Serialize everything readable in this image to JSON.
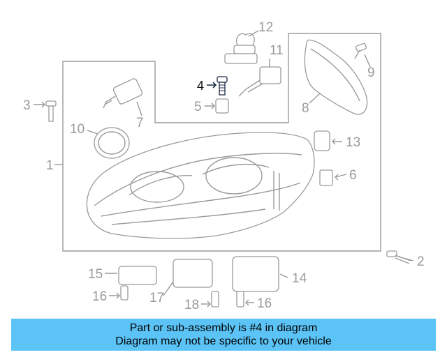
{
  "callouts": [
    {
      "id": "c1",
      "text": "1"
    },
    {
      "id": "c2",
      "text": "2"
    },
    {
      "id": "c3",
      "text": "3"
    },
    {
      "id": "c4",
      "text": "4"
    },
    {
      "id": "c5",
      "text": "5"
    },
    {
      "id": "c6",
      "text": "6"
    },
    {
      "id": "c7",
      "text": "7"
    },
    {
      "id": "c8",
      "text": "8"
    },
    {
      "id": "c9",
      "text": "9"
    },
    {
      "id": "c10",
      "text": "10"
    },
    {
      "id": "c11",
      "text": "11"
    },
    {
      "id": "c12",
      "text": "12"
    },
    {
      "id": "c13",
      "text": "13"
    },
    {
      "id": "c14",
      "text": "14"
    },
    {
      "id": "c15",
      "text": "15"
    },
    {
      "id": "c16a",
      "text": "16"
    },
    {
      "id": "c16b",
      "text": "16"
    },
    {
      "id": "c17",
      "text": "17"
    },
    {
      "id": "c18",
      "text": "18"
    }
  ],
  "highlight_color": "#1c2a44",
  "banner": {
    "color": "#5bc3f5",
    "line1": "Part or sub-assembly is #4 in diagram",
    "line2": "Diagram may not be specific to your vehicle"
  }
}
